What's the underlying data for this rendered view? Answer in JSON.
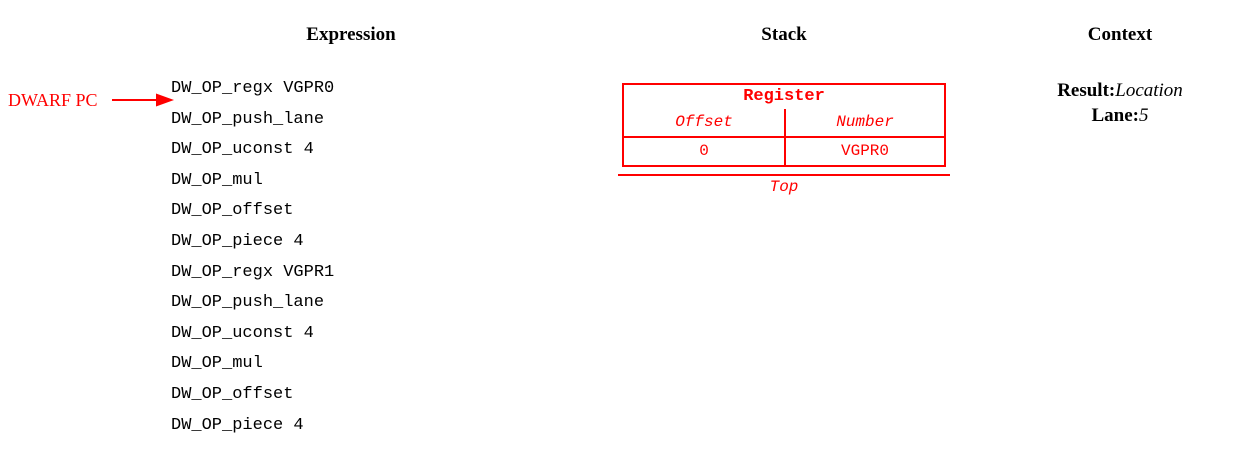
{
  "headings": {
    "expression": "Expression",
    "stack": "Stack",
    "context": "Context"
  },
  "pc_marker": {
    "label": "DWARF PC",
    "arrow_color": "#ff0000",
    "icon": "arrow-right-icon",
    "points_to_line_index": 1
  },
  "expression": {
    "lines": [
      "DW_OP_regx VGPR0",
      "DW_OP_push_lane",
      "DW_OP_uconst 4",
      "DW_OP_mul",
      "DW_OP_offset",
      "DW_OP_piece 4",
      "DW_OP_regx VGPR1",
      "DW_OP_push_lane",
      "DW_OP_uconst 4",
      "DW_OP_mul",
      "DW_OP_offset",
      "DW_OP_piece 4"
    ]
  },
  "stack": {
    "color": "#ff0000",
    "top_label": "Top",
    "entries": [
      {
        "title": "Register",
        "columns": [
          "Offset",
          "Number"
        ],
        "values": [
          "0",
          "VGPR0"
        ]
      }
    ]
  },
  "context": {
    "rows": [
      {
        "key": "Result:",
        "value": "Location"
      },
      {
        "key": "Lane:",
        "value": "5"
      }
    ]
  }
}
